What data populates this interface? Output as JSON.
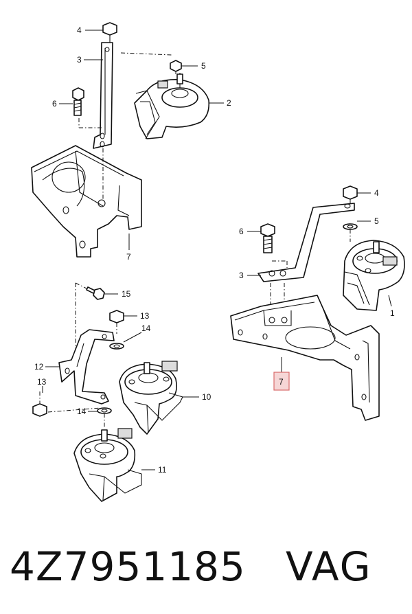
{
  "diagram": {
    "callouts": {
      "top_left": {
        "c4": "4",
        "c3": "3",
        "c5": "5",
        "c6": "6",
        "c2": "2",
        "c7": "7"
      },
      "right": {
        "c4": "4",
        "c5": "5",
        "c6": "6",
        "c3": "3",
        "c1": "1",
        "c7": "7"
      },
      "bottom_left": {
        "c15": "15",
        "c13a": "13",
        "c14a": "14",
        "c12": "12",
        "c10": "10",
        "c13b": "13",
        "c14b": "14",
        "c11": "11"
      }
    }
  },
  "footer": {
    "part_number": "4Z7951185",
    "brand": "VAG"
  },
  "colors": {
    "highlight_fill": "#f6d6d6",
    "highlight_stroke": "#d86a6a"
  }
}
